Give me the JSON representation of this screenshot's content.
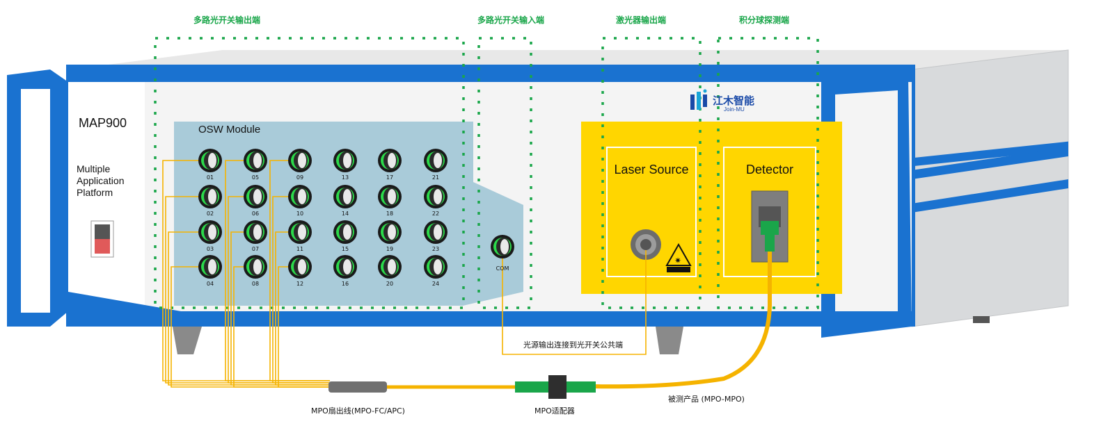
{
  "zones": [
    {
      "label": "多路光开关输出端"
    },
    {
      "label": "多路光开关输入端"
    },
    {
      "label": "激光器输出端"
    },
    {
      "label": "积分球探测端"
    }
  ],
  "device": {
    "model": "MAP900",
    "subtitle_lines": [
      "Multiple",
      "Application",
      "Platform"
    ]
  },
  "module": {
    "label": "OSW Module",
    "ports": [
      "01",
      "02",
      "03",
      "04",
      "05",
      "06",
      "07",
      "08",
      "09",
      "10",
      "11",
      "12",
      "13",
      "14",
      "15",
      "16",
      "17",
      "18",
      "19",
      "20",
      "21",
      "22",
      "23",
      "24"
    ],
    "com_port": "COM"
  },
  "logo": {
    "name": "江木智能",
    "sub": "Join-MU"
  },
  "laser": {
    "title": "Laser Source"
  },
  "detector": {
    "title": "Detector"
  },
  "captions": {
    "fiber_route": "光源输出连接到光开关公共端",
    "fanout": "MPO扇出线(MPO-FC/APC)",
    "adapter": "MPO适配器",
    "dut": "被测产品 (MPO-MPO)"
  },
  "colors": {
    "zone_border": "#1aa64a",
    "frame_blue": "#1a72d0",
    "module_bg": "#a9cbd9",
    "panel_yellow": "#ffd600",
    "fiber": "#f5b300"
  }
}
